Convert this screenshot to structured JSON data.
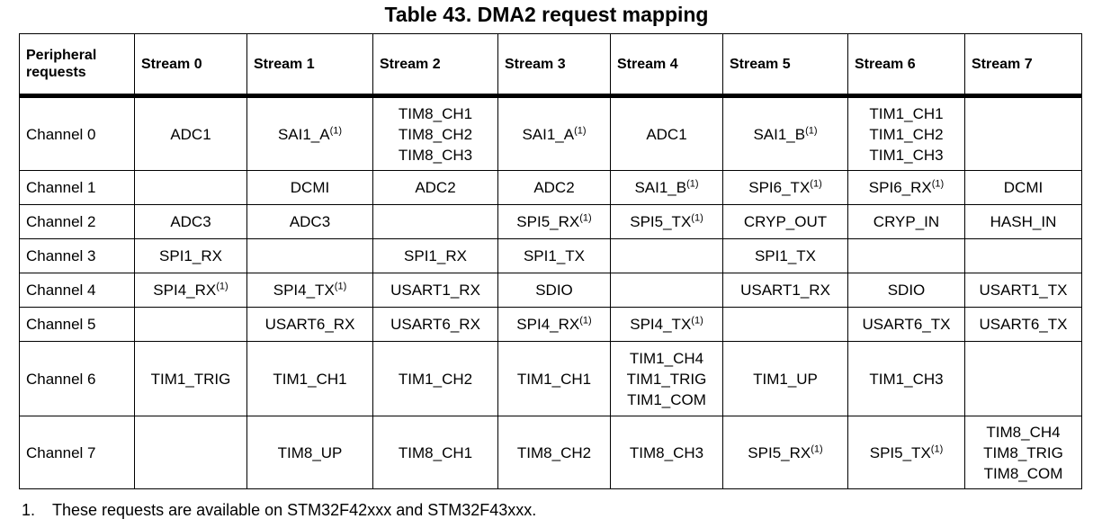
{
  "title": "Table 43. DMA2 request mapping",
  "header": {
    "peripheral_requests": [
      "Peripheral",
      "requests"
    ],
    "streams": [
      "Stream 0",
      "Stream 1",
      "Stream 2",
      "Stream 3",
      "Stream 4",
      "Stream 5",
      "Stream 6",
      "Stream 7"
    ]
  },
  "rows": [
    {
      "channel": "Channel 0",
      "cells": [
        {
          "lines": [
            "ADC1"
          ]
        },
        {
          "lines": [
            "SAI1_A"
          ],
          "note": "(1)"
        },
        {
          "lines": [
            "TIM8_CH1",
            "TIM8_CH2",
            "TIM8_CH3"
          ]
        },
        {
          "lines": [
            "SAI1_A"
          ],
          "note": "(1)"
        },
        {
          "lines": [
            "ADC1"
          ]
        },
        {
          "lines": [
            "SAI1_B"
          ],
          "note": "(1)"
        },
        {
          "lines": [
            "TIM1_CH1",
            "TIM1_CH2",
            "TIM1_CH3"
          ]
        },
        {
          "lines": []
        }
      ]
    },
    {
      "channel": "Channel 1",
      "cells": [
        {
          "lines": []
        },
        {
          "lines": [
            "DCMI"
          ]
        },
        {
          "lines": [
            "ADC2"
          ]
        },
        {
          "lines": [
            "ADC2"
          ]
        },
        {
          "lines": [
            "SAI1_B"
          ],
          "note": "(1)"
        },
        {
          "lines": [
            "SPI6_TX"
          ],
          "note": "(1)"
        },
        {
          "lines": [
            "SPI6_RX"
          ],
          "note": "(1)"
        },
        {
          "lines": [
            "DCMI"
          ]
        }
      ]
    },
    {
      "channel": "Channel 2",
      "cells": [
        {
          "lines": [
            "ADC3"
          ]
        },
        {
          "lines": [
            "ADC3"
          ]
        },
        {
          "lines": []
        },
        {
          "lines": [
            "SPI5_RX"
          ],
          "note": "(1)"
        },
        {
          "lines": [
            "SPI5_TX"
          ],
          "note": "(1)"
        },
        {
          "lines": [
            "CRYP_OUT"
          ]
        },
        {
          "lines": [
            "CRYP_IN"
          ]
        },
        {
          "lines": [
            "HASH_IN"
          ]
        }
      ]
    },
    {
      "channel": "Channel 3",
      "cells": [
        {
          "lines": [
            "SPI1_RX"
          ]
        },
        {
          "lines": []
        },
        {
          "lines": [
            "SPI1_RX"
          ]
        },
        {
          "lines": [
            "SPI1_TX"
          ]
        },
        {
          "lines": []
        },
        {
          "lines": [
            "SPI1_TX"
          ]
        },
        {
          "lines": []
        },
        {
          "lines": []
        }
      ]
    },
    {
      "channel": "Channel 4",
      "cells": [
        {
          "lines": [
            "SPI4_RX"
          ],
          "note": "(1)"
        },
        {
          "lines": [
            "SPI4_TX"
          ],
          "note": "(1)"
        },
        {
          "lines": [
            "USART1_RX"
          ]
        },
        {
          "lines": [
            "SDIO"
          ]
        },
        {
          "lines": []
        },
        {
          "lines": [
            "USART1_RX"
          ]
        },
        {
          "lines": [
            "SDIO"
          ]
        },
        {
          "lines": [
            "USART1_TX"
          ]
        }
      ]
    },
    {
      "channel": "Channel 5",
      "cells": [
        {
          "lines": []
        },
        {
          "lines": [
            "USART6_RX"
          ]
        },
        {
          "lines": [
            "USART6_RX"
          ]
        },
        {
          "lines": [
            "SPI4_RX"
          ],
          "note": "(1)"
        },
        {
          "lines": [
            "SPI4_TX"
          ],
          "note": "(1)"
        },
        {
          "lines": []
        },
        {
          "lines": [
            "USART6_TX"
          ]
        },
        {
          "lines": [
            "USART6_TX"
          ]
        }
      ]
    },
    {
      "channel": "Channel 6",
      "cells": [
        {
          "lines": [
            "TIM1_TRIG"
          ]
        },
        {
          "lines": [
            "TIM1_CH1"
          ]
        },
        {
          "lines": [
            "TIM1_CH2"
          ]
        },
        {
          "lines": [
            "TIM1_CH1"
          ]
        },
        {
          "lines": [
            "TIM1_CH4",
            "TIM1_TRIG",
            "TIM1_COM"
          ]
        },
        {
          "lines": [
            "TIM1_UP"
          ]
        },
        {
          "lines": [
            "TIM1_CH3"
          ]
        },
        {
          "lines": []
        }
      ]
    },
    {
      "channel": "Channel 7",
      "cells": [
        {
          "lines": []
        },
        {
          "lines": [
            "TIM8_UP"
          ]
        },
        {
          "lines": [
            "TIM8_CH1"
          ]
        },
        {
          "lines": [
            "TIM8_CH2"
          ]
        },
        {
          "lines": [
            "TIM8_CH3"
          ]
        },
        {
          "lines": [
            "SPI5_RX"
          ],
          "note": "(1)"
        },
        {
          "lines": [
            "SPI5_TX"
          ],
          "note": "(1)"
        },
        {
          "lines": [
            "TIM8_CH4",
            "TIM8_TRIG",
            "TIM8_COM"
          ]
        }
      ]
    }
  ],
  "footnote": {
    "number": "1.",
    "text": "These requests are available on STM32F42xxx and STM32F43xxx."
  }
}
